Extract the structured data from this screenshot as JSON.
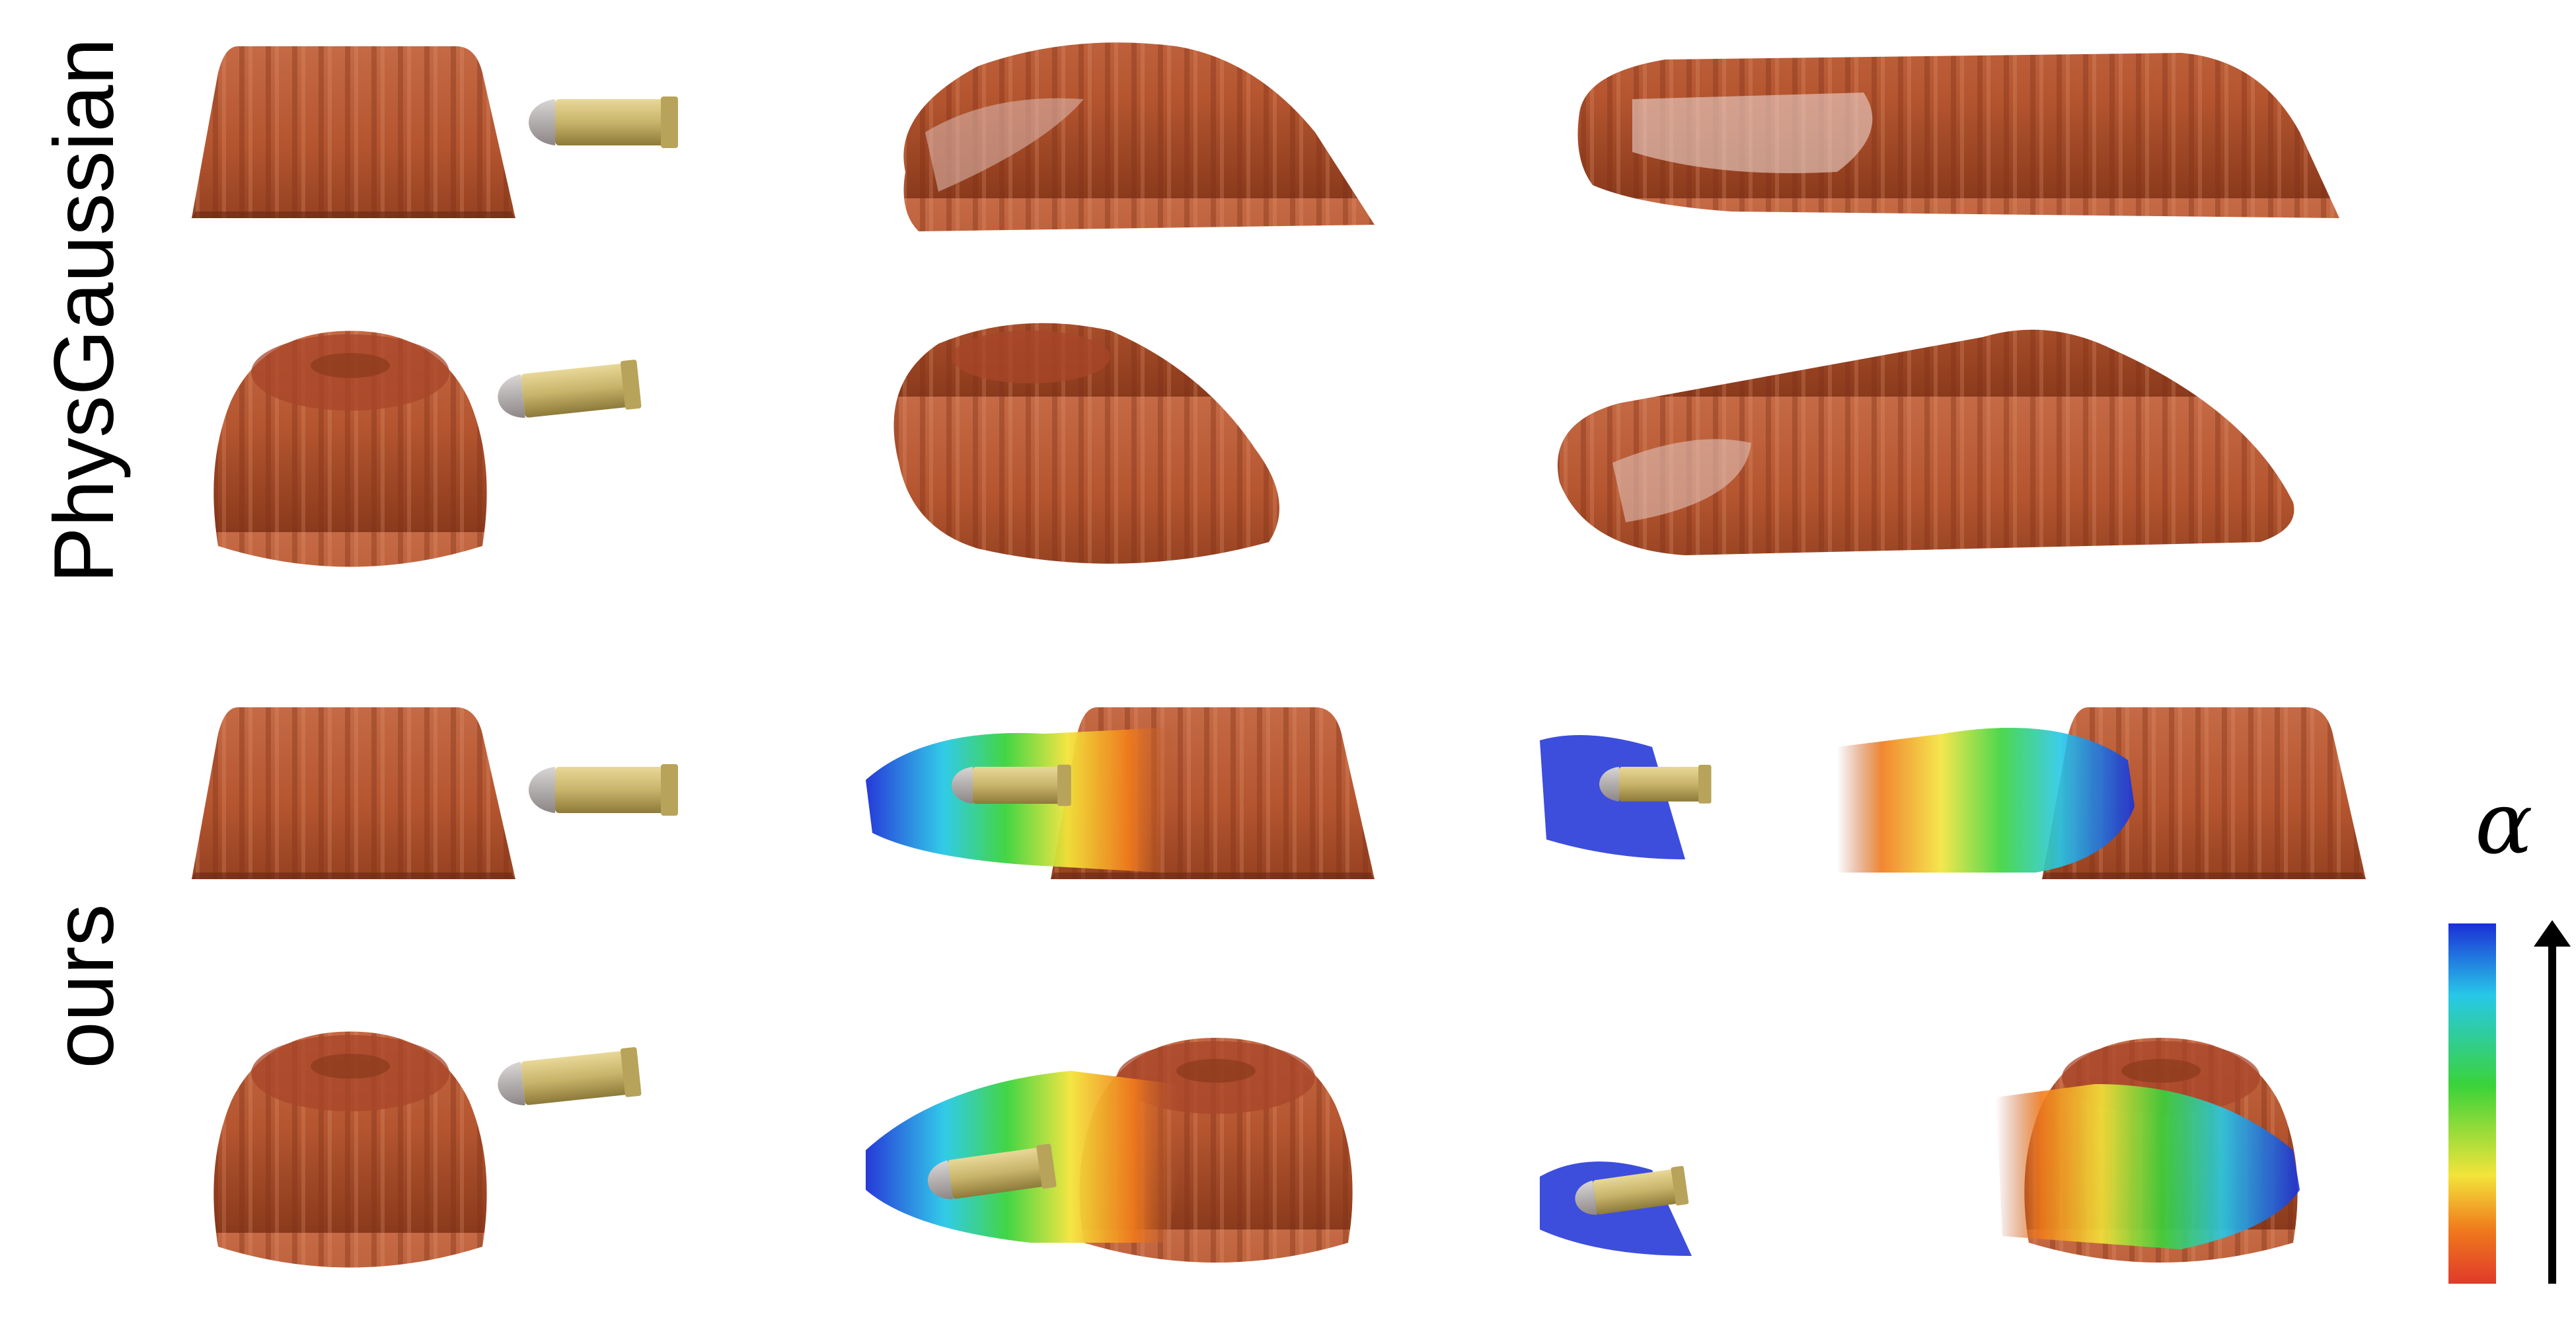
{
  "row_labels": {
    "physgaussian": "PhysGaussian",
    "ours": "ours"
  },
  "colorbar": {
    "symbol": "α",
    "colors_top_to_bottom": [
      "#1b2fd6",
      "#27c8e8",
      "#3ad33a",
      "#f3e43a",
      "#f07a1c",
      "#e03a2a"
    ]
  },
  "colors": {
    "jelly_base": "#b4552f",
    "jelly_dark": "#7a2f17",
    "jelly_light": "#d98a6a",
    "bullet_brass": "#c8b46a",
    "bullet_tip": "#a8a3a3"
  }
}
